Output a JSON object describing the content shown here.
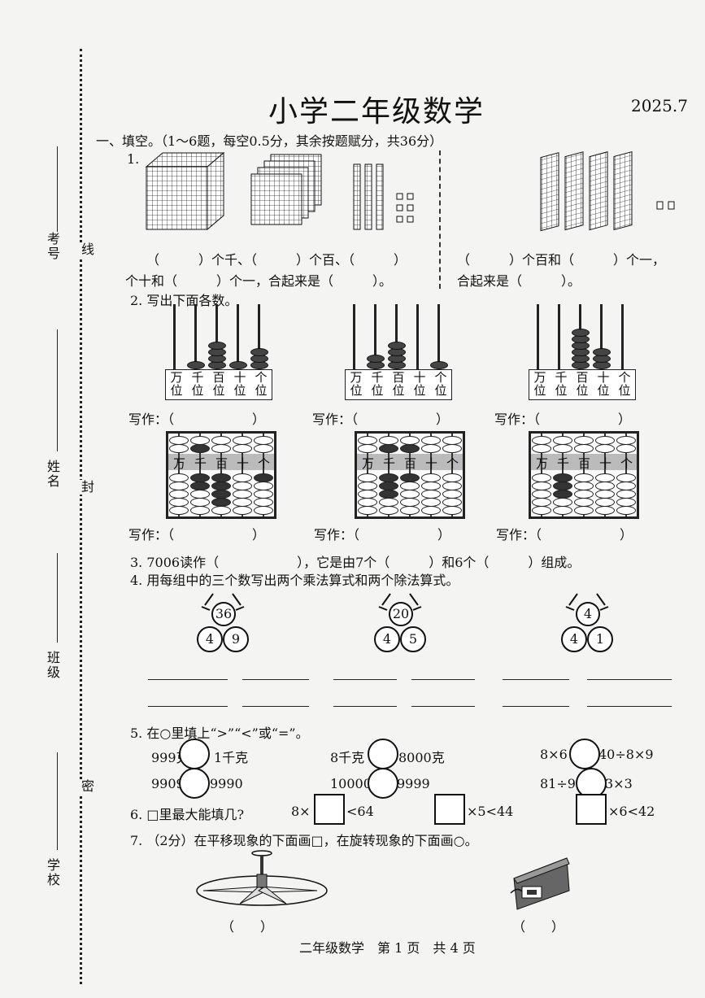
{
  "header": {
    "title": "小学二年级数学",
    "date": "2025.7"
  },
  "margin": {
    "labels": [
      "考号",
      "姓名",
      "班级",
      "学校"
    ],
    "cut_marks": [
      "线",
      "封",
      "密"
    ]
  },
  "section1": {
    "heading": "一、填空。（1～6题，每空0.5分，其余按题赋分，共36分）"
  },
  "q1": {
    "num": "1.",
    "left_line1": "（　　　）个千、（　　　）个百、（　　　）",
    "left_line2": "个十和（　　　）个一，合起来是（　　　）。",
    "right_line1": "（　　　）个百和（　　　）个一，",
    "right_line2": "合起来是（　　　）。"
  },
  "q2": {
    "prompt": "2.  写出下面各数。",
    "place_labels": [
      "万",
      "千",
      "百",
      "十",
      "个"
    ],
    "place_suffix": "位",
    "write_label": "写作：（　　　　　　）",
    "abacus_labels": [
      "万",
      "千",
      "百",
      "十",
      "个"
    ]
  },
  "q3": {
    "text": "3.  7006读作（　　　　　　），它是由7个（　　　）和6个（　　　）组成。"
  },
  "q4": {
    "prompt": "4.  用每组中的三个数写出两个乘法算式和两个除法算式。",
    "groups": [
      {
        "top": "36",
        "left": "4",
        "right": "9"
      },
      {
        "top": "20",
        "left": "4",
        "right": "5"
      },
      {
        "top": "4",
        "left": "4",
        "right": "1"
      }
    ]
  },
  "q5": {
    "prompt": "5.  在○里填上“>”“<”或“=”。",
    "items": [
      {
        "left": "999克",
        "right": "1千克"
      },
      {
        "left": "8千克",
        "right": "8000克"
      },
      {
        "left": "8×6",
        "right": "40÷8×9"
      },
      {
        "left": "9909",
        "right": "9990"
      },
      {
        "left": "10000",
        "right": "9999"
      },
      {
        "left": "81÷9",
        "right": "3×3"
      }
    ]
  },
  "q6": {
    "prompt": "6.  □里最大能填几?",
    "items": [
      {
        "before": "8×",
        "after": "<64"
      },
      {
        "before": "",
        "after": "×5<44"
      },
      {
        "before": "",
        "after": "×6<42"
      }
    ]
  },
  "q7": {
    "prompt": "7.  （2分）在平移现象的下面画□，在旋转现象的下面画○。",
    "blank": "（　　）"
  },
  "footer": {
    "text": "二年级数学　第 1 页　共 4 页"
  }
}
